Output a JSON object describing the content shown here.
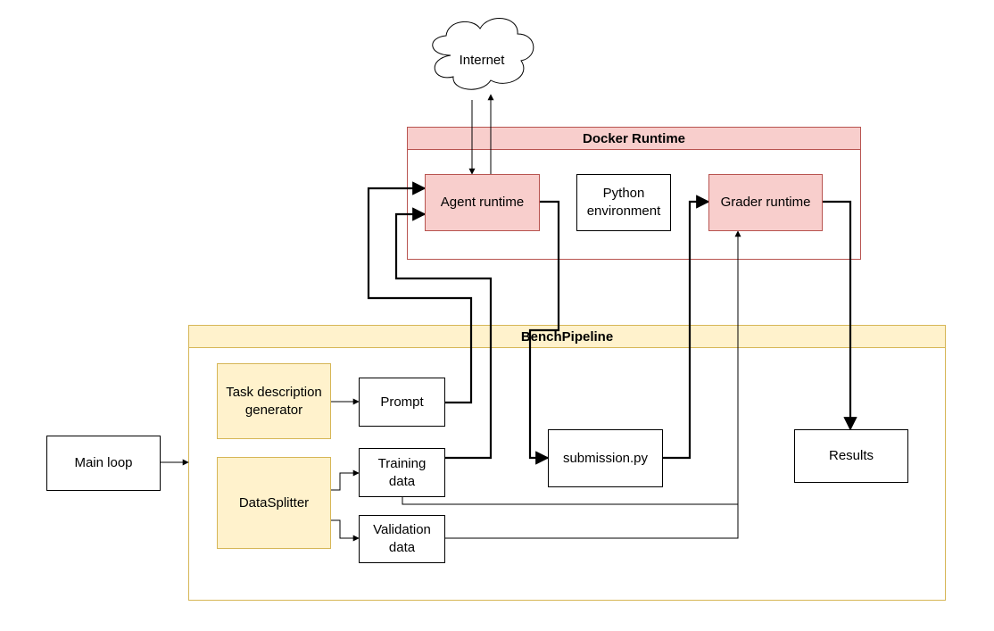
{
  "containers": {
    "docker": "Docker Runtime",
    "bench": "BenchPipeline"
  },
  "nodes": {
    "internet": "Internet",
    "agent": "Agent runtime",
    "python": "Python\nenvironment",
    "grader": "Grader runtime",
    "main_loop": "Main loop",
    "task_gen": "Task description\ngenerator",
    "prompt": "Prompt",
    "datasplitter": "DataSplitter",
    "training": "Training\ndata",
    "validation": "Validation\ndata",
    "submission": "submission.py",
    "results": "Results"
  },
  "colors": {
    "docker_fill": "#f8cecc",
    "docker_stroke": "#b85450",
    "bench_fill": "#fff2cc",
    "bench_stroke": "#d6b656"
  }
}
